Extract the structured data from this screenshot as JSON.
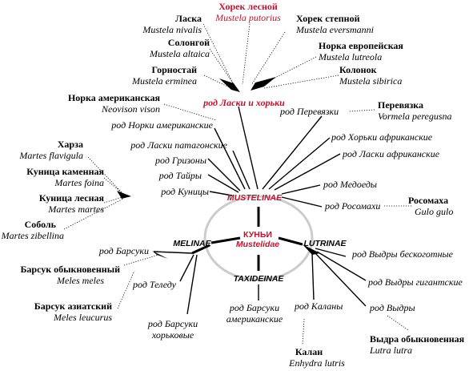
{
  "center": {
    "name": "КУНЬИ",
    "latin": "Mustelidae"
  },
  "subfamilies": {
    "mustelinae": "MUSTELINAE",
    "melinae": "MELINAE",
    "lutrinae": "LUTRINAE",
    "taxideinae": "TAXIDEINAE"
  },
  "genera": {
    "lasok": "род Ласки и хорьки",
    "norki_amer": "род Норки американские",
    "laski_patag": "род Ласки патагонские",
    "grizony": "род Гризоны",
    "tairy": "род Тайры",
    "kunitsy": "род Куницы",
    "perevyazki": "род Перевязки",
    "khorki_afr": "род Хорьки африканские",
    "laski_afr": "род Ласки африканские",
    "medoedy": "род Медоеды",
    "rosomakhi": "род Росомахи",
    "barsuki": "род Барсуки",
    "teledu": "род Теледу",
    "barsuki_khork_1": "род Барсуки",
    "barsuki_khork_2": "хорьковые",
    "barsuki_amer_1": "род Барсуки",
    "barsuki_amer_2": "американские",
    "kalany": "род Каланы",
    "vydry_beskog": "род Выдры бескоготные",
    "vydry_gigant": "род Выдры гигантские",
    "vydry": "род Выдры"
  },
  "species": {
    "laska": {
      "ru": "Ласка",
      "la": "Mustela nivalis"
    },
    "khorek_lesnoy": {
      "ru": "Хорек лесной",
      "la": "Mustela putorius"
    },
    "khorek_stepnoy": {
      "ru": "Хорек степной",
      "la": "Mustela eversmanni"
    },
    "solongoy": {
      "ru": "Солонгой",
      "la": "Mustela altaica"
    },
    "norka_evr": {
      "ru": "Норка европейская",
      "la": "Mustela lutreola"
    },
    "gornostay": {
      "ru": "Горностай",
      "la": "Mustela erminea"
    },
    "kolonok": {
      "ru": "Колонок",
      "la": "Mustela sibirica"
    },
    "norka_amer": {
      "ru": "Норка американская",
      "la": "Neovison vison"
    },
    "perevyazka": {
      "ru": "Перевязка",
      "la": "Vormela peregusna"
    },
    "kharza": {
      "ru": "Харза",
      "la": "Martes flavigula"
    },
    "kunitsa_kam": {
      "ru": "Куница каменная",
      "la": "Martes foina"
    },
    "kunitsa_les": {
      "ru": "Куница лесная",
      "la": "Martes martes"
    },
    "sobol": {
      "ru": "Соболь",
      "la": "Martes zibellina"
    },
    "rosomakha": {
      "ru": "Росомаха",
      "la": "Gulo gulo"
    },
    "barsuk_obykn": {
      "ru": "Барсук обыкновенный",
      "la": "Meles meles"
    },
    "barsuk_aziat": {
      "ru": "Барсук азиатский",
      "la": "Meles leucurus"
    },
    "kalan": {
      "ru": "Калан",
      "la": "Enhydra lutris"
    },
    "vydra_obykn": {
      "ru": "Выдра обыкновенная",
      "la": "Lutra lutra"
    }
  },
  "colors": {
    "accent": "#c8102e",
    "ring": "#cccccc",
    "line": "#000000"
  }
}
